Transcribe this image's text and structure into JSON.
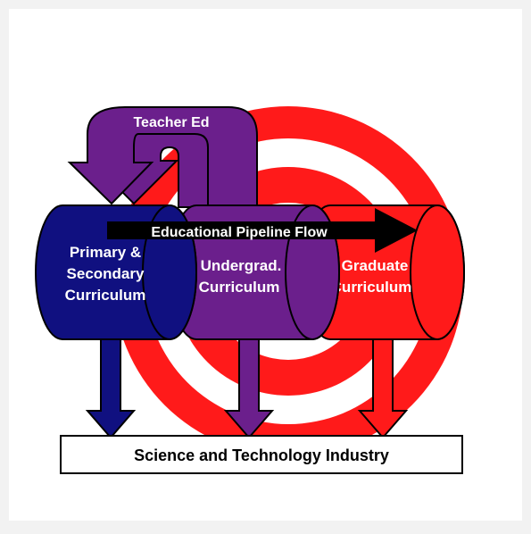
{
  "diagram": {
    "feedback_label": "Teacher Ed",
    "flow_label": "Educational Pipeline Flow",
    "stages": [
      {
        "line1": "Primary &",
        "line2": "Secondary",
        "line3": "Curriculum",
        "color": "#101080"
      },
      {
        "line1": "Undergrad.",
        "line2": "Curriculum",
        "color": "#6b1f8c"
      },
      {
        "line1": "Graduate",
        "line2": "Curriculum",
        "color": "#ff1a1a"
      }
    ],
    "target_color": "#ff1a1a",
    "industry_label": "Science and Technology Industry"
  }
}
